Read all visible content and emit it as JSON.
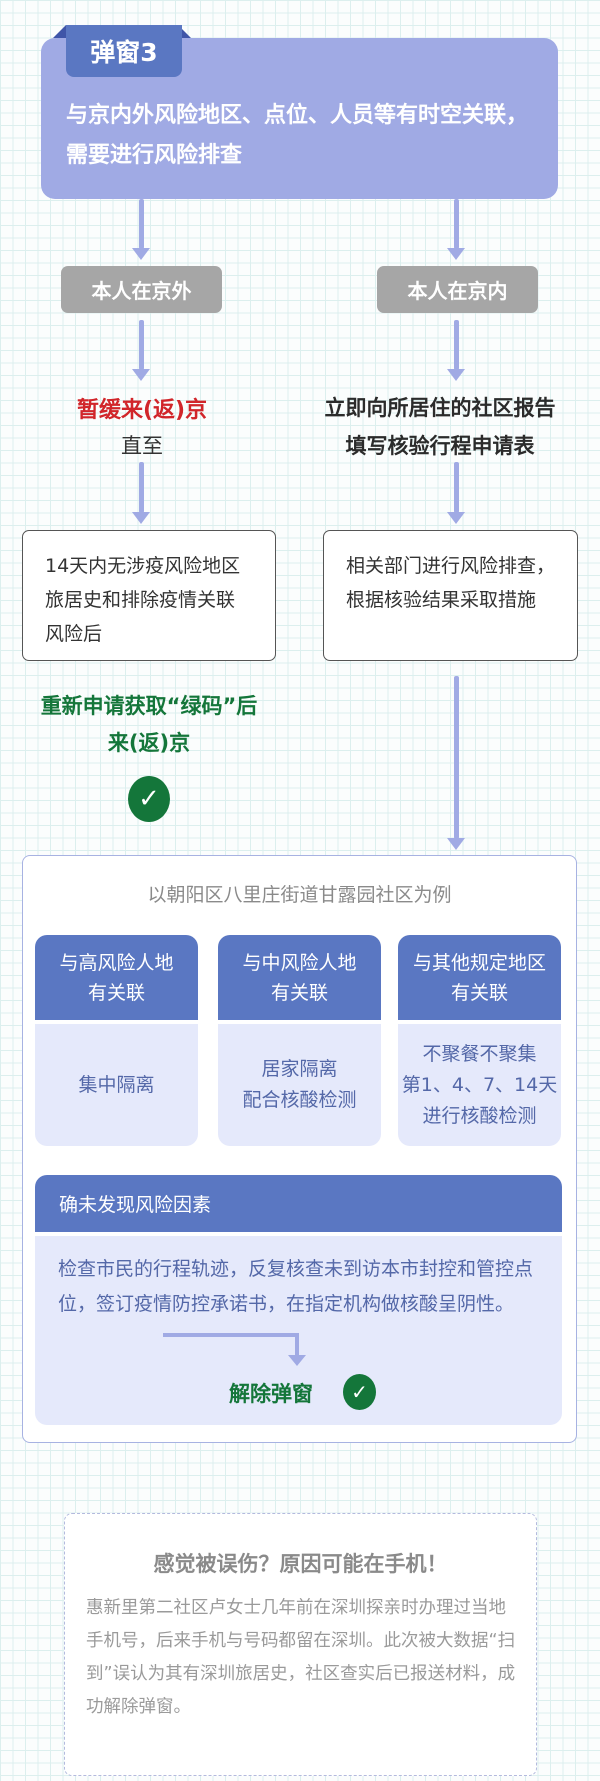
{
  "header": {
    "tag": "弹窗3",
    "text": "与京内外风险地区、点位、人员等有时空关联，需要进行风险排查"
  },
  "branches": {
    "left": {
      "label": "本人在京外",
      "action_red": "暂缓来(返)京",
      "action_sub": "直至",
      "condition": "14天内无涉疫风险地区旅居史和排除疫情关联风险后",
      "result_line1": "重新申请获取“绿码”后",
      "result_line2": "来(返)京",
      "result_icon": "check-icon"
    },
    "right": {
      "label": "本人在京内",
      "action_line1": "立即向所居住的社区报告",
      "action_line2": "填写核验行程申请表",
      "process": "相关部门进行风险排查，根据核验结果采取措施"
    }
  },
  "example_panel": {
    "title": "以朝阳区八里庄街道甘露园社区为例",
    "columns": [
      {
        "head_line1": "与高风险人地",
        "head_line2": "有关联",
        "body": [
          "集中隔离"
        ]
      },
      {
        "head_line1": "与中风险人地",
        "head_line2": "有关联",
        "body": [
          "居家隔离",
          "配合核酸检测"
        ]
      },
      {
        "head_line1": "与其他规定地区",
        "head_line2": "有关联",
        "body": [
          "不聚餐不聚集",
          "第1、4、7、14天",
          "进行核酸检测"
        ]
      }
    ],
    "no_risk": {
      "head": "确未发现风险因素",
      "text": "检查市民的行程轨迹，反复核查未到访本市封控和管控点位，签订疫情防控承诺书，在指定机构做核酸呈阴性。",
      "result": "解除弹窗",
      "result_icon": "check-icon"
    }
  },
  "note": {
    "title": "感觉被误伤？原因可能在手机！",
    "body": "惠新里第二社区卢女士几年前在深圳探亲时办理过当地手机号，后来手机与号码都留在深圳。此次被大数据“扫到”误认为其有深圳旅居史，社区查实后已报送材料，成功解除弹窗。"
  },
  "colors": {
    "header_bg": "#a0aae4",
    "tag_bg": "#5a77c2",
    "arrow": "#a0aae4",
    "gray_pill": "#a6a6a6",
    "red": "#d1252a",
    "green": "#14763a",
    "column_head": "#5a77c2",
    "column_body": "#e5e9fb",
    "column_text": "#5468a8"
  }
}
